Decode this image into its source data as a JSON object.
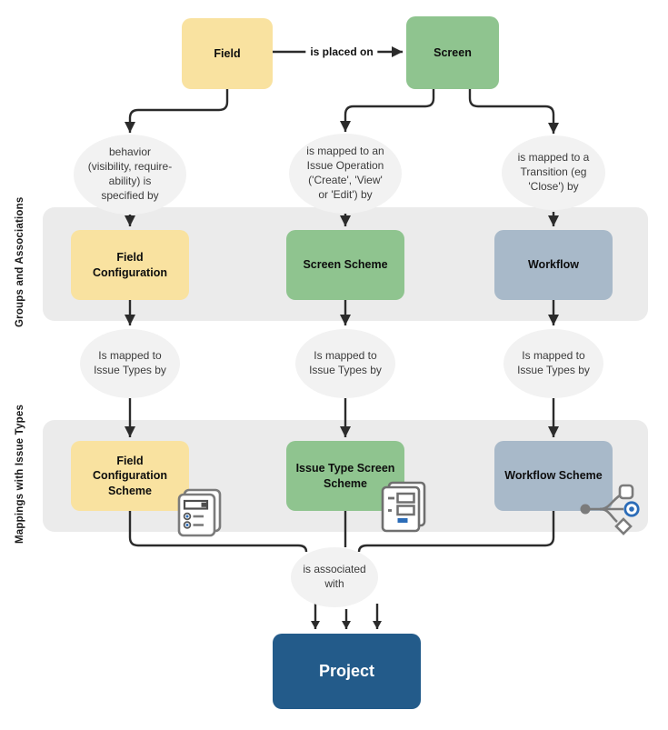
{
  "colors": {
    "yellow": "#F9E2A0",
    "green": "#8FC48F",
    "bluegray": "#A8B9C9",
    "darkblue": "#235B8A",
    "band": "#EBEBEB",
    "ellipse": "#F2F2F2",
    "line": "#2B2B2B",
    "icon_gray": "#7B7B7B",
    "icon_blue": "#2B6CB8"
  },
  "bands": [
    {
      "label": "Groups and Associations"
    },
    {
      "label": "Mappings with Issue Types"
    }
  ],
  "nodes": {
    "field": "Field",
    "screen": "Screen",
    "field_configuration": "Field Configuration",
    "screen_scheme": "Screen Scheme",
    "workflow": "Workflow",
    "field_configuration_scheme": "Field Configuration Scheme",
    "issue_type_screen_scheme": "Issue Type Screen Scheme",
    "workflow_scheme": "Workflow Scheme",
    "project": "Project"
  },
  "edges": {
    "is_placed_on": "is placed on"
  },
  "relations": {
    "behavior": "behavior\n(visibility, require-\nability) is\nspecified by",
    "issue_operation": "is mapped to an\nIssue Operation\n('Create', 'View'\nor 'Edit') by",
    "transition": "is mapped to a\nTransition (eg\n'Close') by",
    "issue_types_field": "Is mapped to\nIssue Types by",
    "issue_types_screen": "Is mapped to\nIssue Types by",
    "issue_types_workflow": "Is mapped to\nIssue Types by",
    "associated": "is associated\nwith"
  },
  "icons": {
    "field_configuration_scheme": "form-fields-icon",
    "issue_type_screen_scheme": "screens-stack-icon",
    "workflow_scheme": "workflow-branch-icon"
  }
}
